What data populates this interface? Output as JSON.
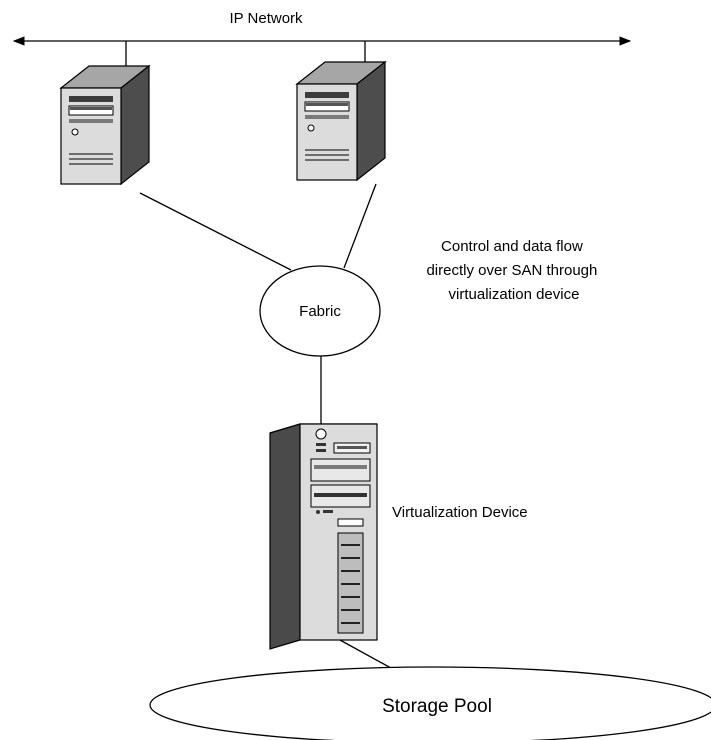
{
  "network": {
    "label": "IP Network"
  },
  "fabric": {
    "label": "Fabric"
  },
  "annotation": {
    "line1": "Control and data flow",
    "line2": "directly over SAN through",
    "line3": "virtualization device"
  },
  "virtualization_device": {
    "label": "Virtualization Device"
  },
  "storage_pool": {
    "label": "Storage Pool"
  },
  "colors": {
    "tower_light": "#d9d9d9",
    "tower_mid": "#9c9c9c",
    "tower_dark": "#4a4a4a"
  }
}
